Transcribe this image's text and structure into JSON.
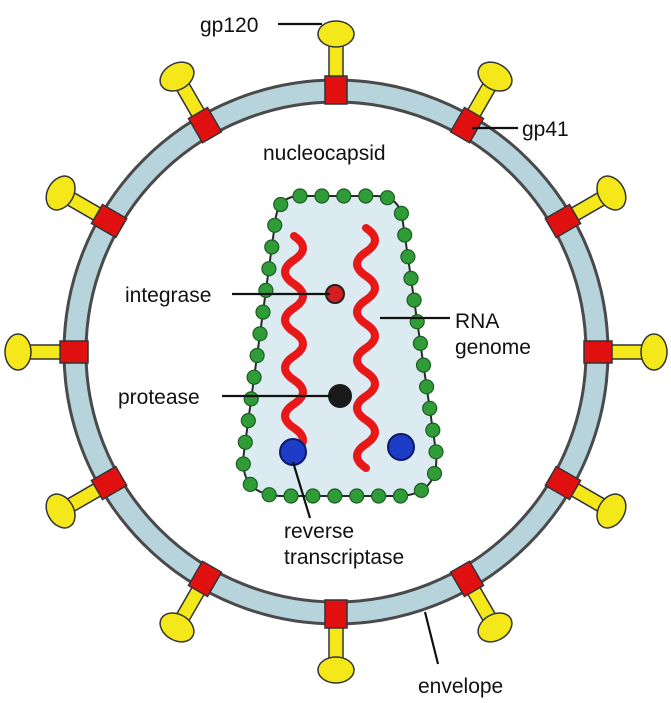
{
  "labels": {
    "gp120": "gp120",
    "gp41": "gp41",
    "nucleocapsid": "nucleocapsid",
    "integrase": "integrase",
    "rna_line1": "RNA",
    "rna_line2": "genome",
    "protease": "protease",
    "reverse_line1": "reverse",
    "reverse_line2": "transcriptase",
    "envelope": "envelope"
  },
  "colors": {
    "membrane_fill": "#b7d3dc",
    "membrane_outline": "#4a4a4a",
    "spike_yellow": "#f5e81a",
    "spike_red": "#e01010",
    "capsid_bead": "#2f9c38",
    "capsid_fill": "#dcebf1",
    "rna": "#e81818",
    "integrase": "#d22020",
    "protease": "#1a1a1a",
    "reverse_transcriptase": "#1d3cc8"
  }
}
